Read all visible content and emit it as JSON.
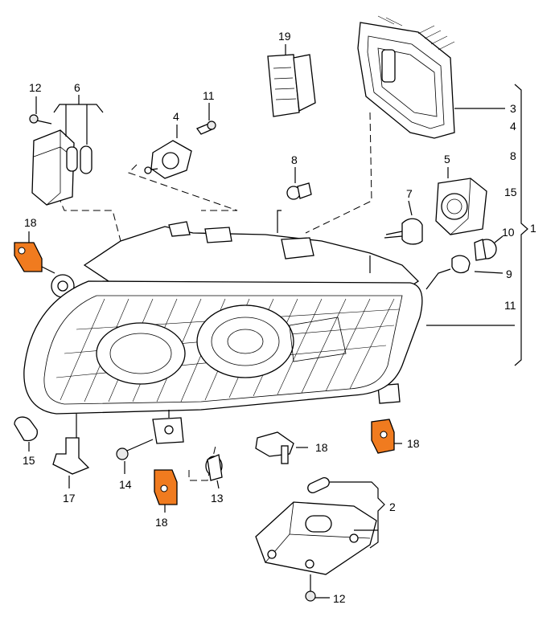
{
  "diagram": {
    "highlight_color": "#f07b1f",
    "callouts": {
      "c1": "1",
      "c2": "2",
      "c3": "3",
      "c4_right": "4",
      "c4_left": "4",
      "c5": "5",
      "c6": "6",
      "c7": "7",
      "c8_right": "8",
      "c8_top": "8",
      "c9": "9",
      "c10": "10",
      "c11_right": "11",
      "c11_top": "11",
      "c12_top": "12",
      "c12_bottom": "12",
      "c13": "13",
      "c14": "14",
      "c15_right": "15",
      "c15_left": "15",
      "c17": "17",
      "c18_topleft": "18",
      "c18_bottom": "18",
      "c18_mid": "18",
      "c18_right": "18",
      "c19": "19"
    }
  }
}
